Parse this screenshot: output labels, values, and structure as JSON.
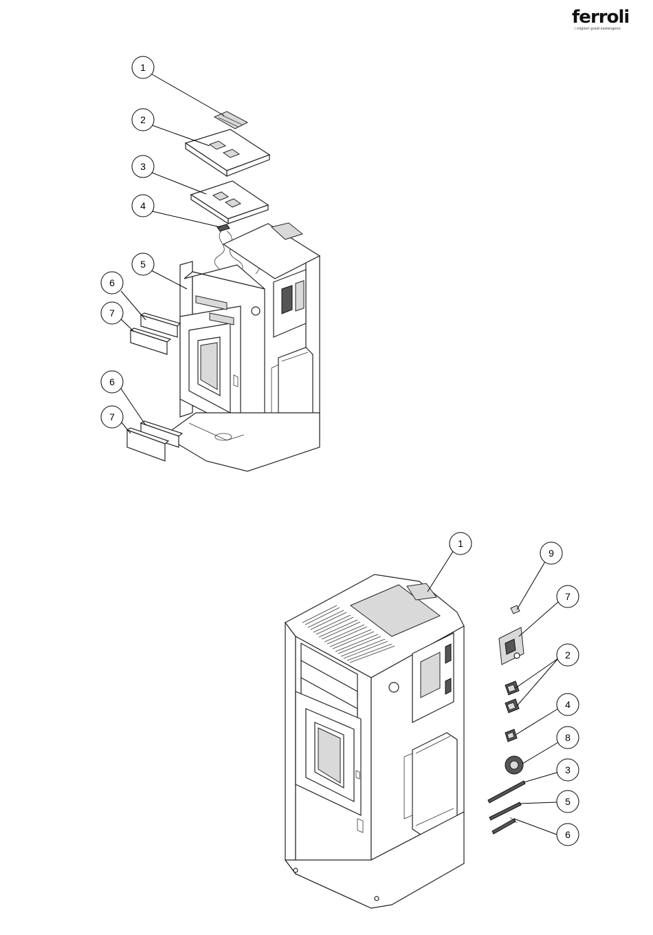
{
  "brand": {
    "name": "ferroli",
    "tagline": "i migliori gradi sostengono"
  },
  "diagram_top": {
    "callouts": [
      {
        "id": "top-1",
        "label": "1"
      },
      {
        "id": "top-2",
        "label": "2"
      },
      {
        "id": "top-3",
        "label": "3"
      },
      {
        "id": "top-4",
        "label": "4"
      },
      {
        "id": "top-5",
        "label": "5"
      },
      {
        "id": "top-6a",
        "label": "6"
      },
      {
        "id": "top-7a",
        "label": "7"
      },
      {
        "id": "top-6b",
        "label": "6"
      },
      {
        "id": "top-7b",
        "label": "7"
      }
    ]
  },
  "diagram_bottom": {
    "callouts": [
      {
        "id": "bot-1",
        "label": "1"
      },
      {
        "id": "bot-9",
        "label": "9"
      },
      {
        "id": "bot-7",
        "label": "7"
      },
      {
        "id": "bot-2",
        "label": "2"
      },
      {
        "id": "bot-4",
        "label": "4"
      },
      {
        "id": "bot-8",
        "label": "8"
      },
      {
        "id": "bot-3",
        "label": "3"
      },
      {
        "id": "bot-5",
        "label": "5"
      },
      {
        "id": "bot-6",
        "label": "6"
      }
    ]
  }
}
